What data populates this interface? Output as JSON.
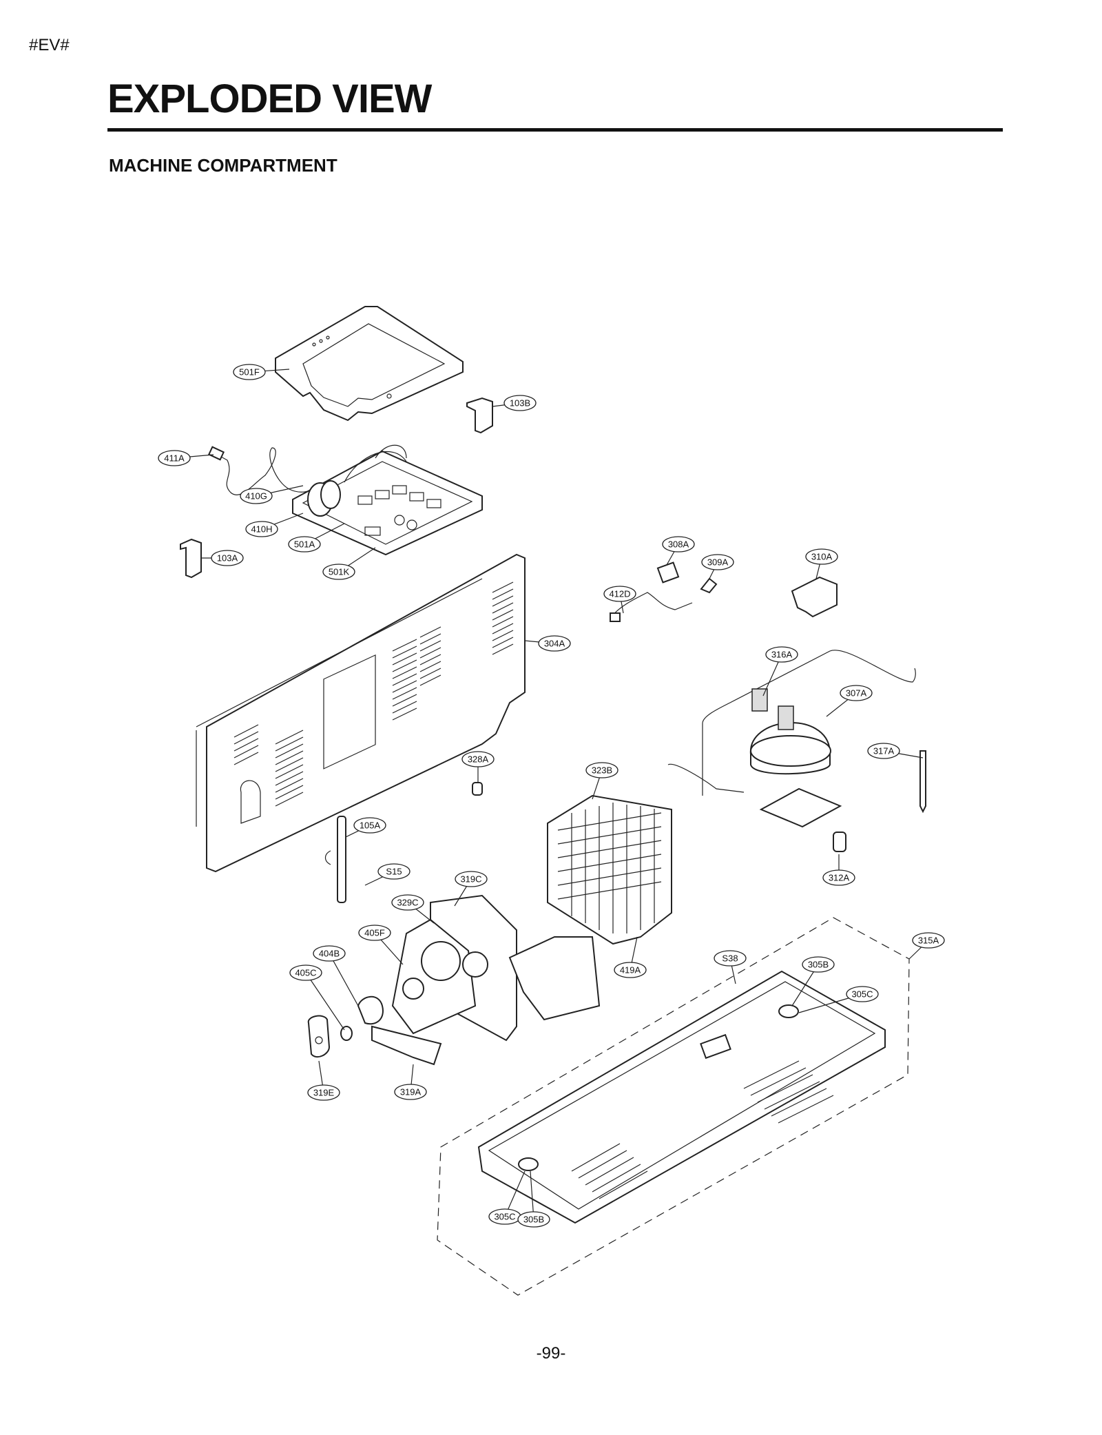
{
  "header": {
    "marker": "#EV#",
    "title": "EXPLODED VIEW",
    "subtitle": "MACHINE COMPARTMENT"
  },
  "footer": {
    "page_number": "-99-"
  },
  "part_labels": [
    "501F",
    "103B",
    "411A",
    "410G",
    "410H",
    "501A",
    "501K",
    "103A",
    "308A",
    "309A",
    "310A",
    "412D",
    "304A",
    "316A",
    "307A",
    "317A",
    "328A",
    "323B",
    "105A",
    "S15",
    "319C",
    "329C",
    "405F",
    "404B",
    "405C",
    "319E",
    "319A",
    "419A",
    "312A",
    "315A",
    "S38",
    "305B",
    "305C"
  ]
}
